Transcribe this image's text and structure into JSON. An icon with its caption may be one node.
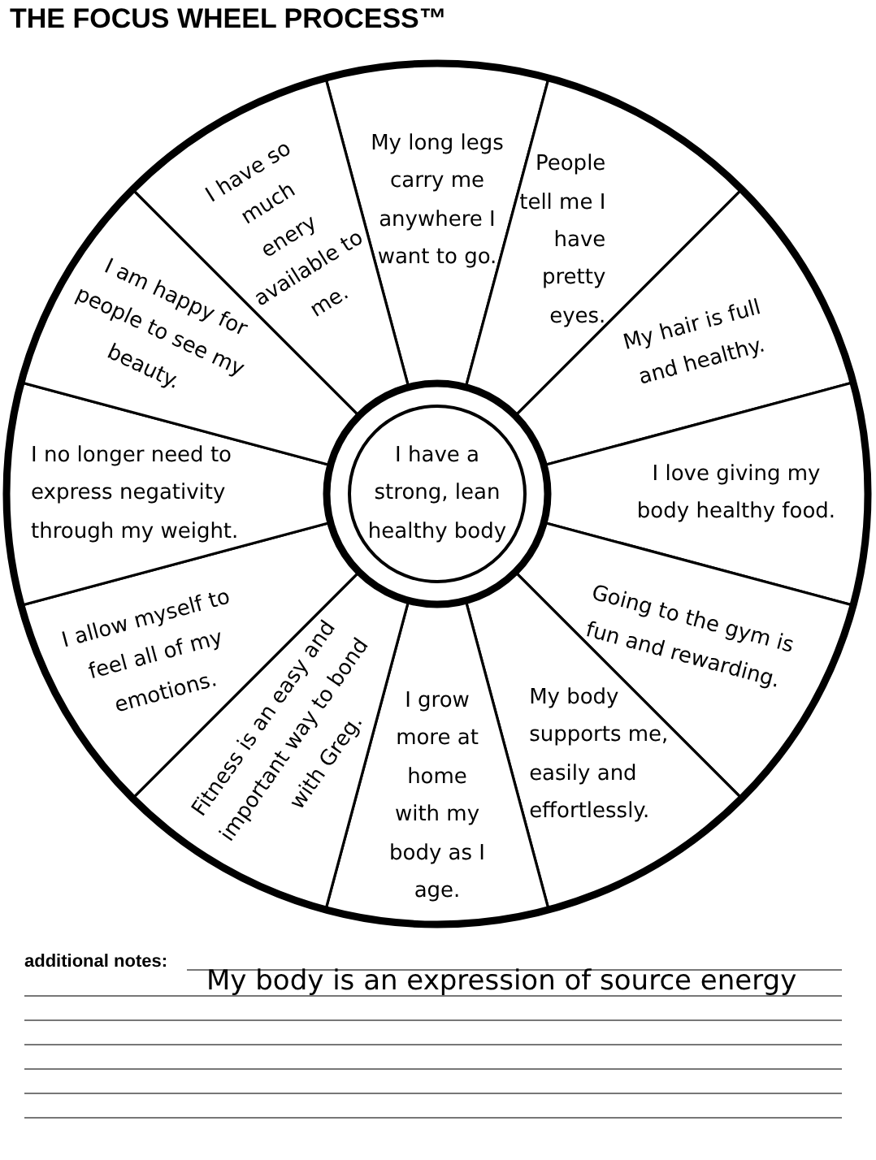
{
  "diagram": {
    "title": "THE FOCUS WHEEL PROCESS™",
    "nodes": [
      {
        "text": [
          "I have a strong, lean healthy body"
        ]
      },
      {
        "text": [
          "My long legs carry me anywhere I want to go."
        ]
      },
      {
        "text": [
          "People tell me I have pretty eyes."
        ]
      },
      {
        "text": [
          "My hair is full and healthy."
        ]
      },
      {
        "text": [
          "I love giving my body healthy food."
        ]
      },
      {
        "text": [
          "Going to the gym is fun and rewarding."
        ]
      },
      {
        "text": [
          "My body supports me, easily and effortlessly."
        ]
      },
      {
        "text": [
          "I grow more at home with my body as I age."
        ]
      },
      {
        "text": [
          "Fitness is an easy and important way to bond with Greg."
        ]
      },
      {
        "text": [
          "I allow myself to feel all of my emotions."
        ]
      },
      {
        "text": [
          "I no longer need to express negativity through my weight."
        ]
      },
      {
        "text": [
          "I am happy for people to see my beauty."
        ]
      },
      {
        "text": [
          "I have so much enery available to me."
        ]
      }
    ],
    "labels": [
      "additional notes:",
      "My body is an expression of source energy"
    ]
  }
}
